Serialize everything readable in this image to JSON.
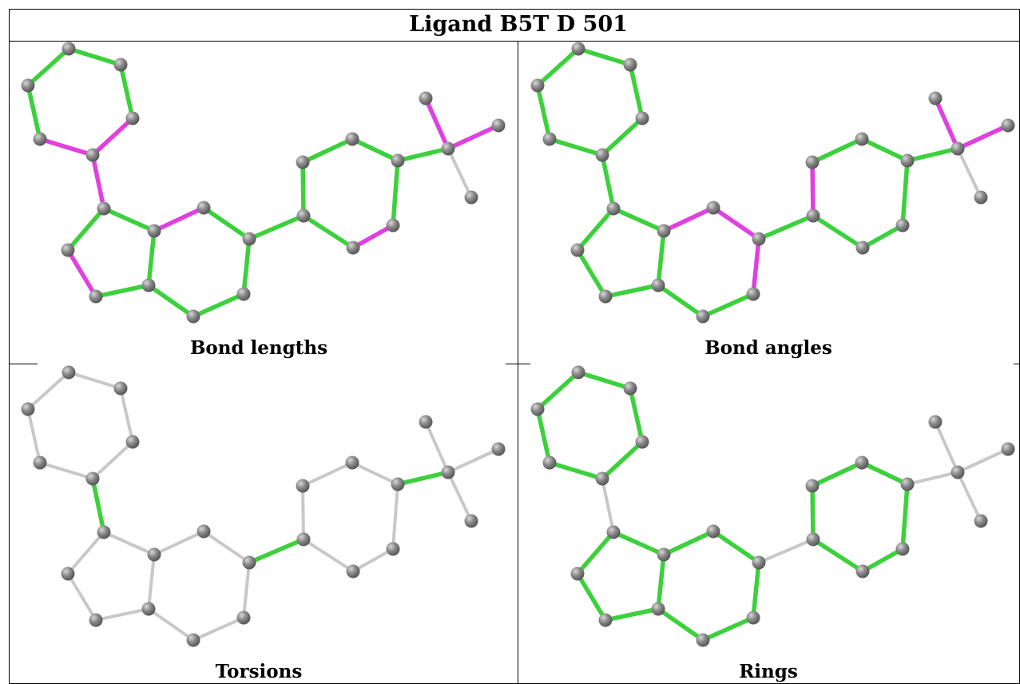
{
  "title": "Ligand B5T D 501",
  "panels": [
    {
      "caption": "Bond lengths",
      "bonds": [
        "g",
        "g",
        "m",
        "m",
        "g",
        "g",
        "m",
        "g",
        "g",
        "g",
        "m",
        "g",
        "m",
        "g",
        "g",
        "g",
        "g",
        "g",
        "g",
        "m",
        "g",
        "g",
        "g",
        "g",
        "g",
        "m",
        "m"
      ]
    },
    {
      "caption": "Bond angles",
      "bonds": [
        "g",
        "g",
        "g",
        "g",
        "g",
        "g",
        "g",
        "g",
        "g",
        "g",
        "g",
        "g",
        "m",
        "m",
        "m",
        "g",
        "g",
        "g",
        "g",
        "g",
        "g",
        "g",
        "g",
        "m",
        "g",
        "m",
        "m"
      ]
    },
    {
      "caption": "Torsions",
      "bonds": [
        "x",
        "x",
        "x",
        "x",
        "x",
        "x",
        "g",
        "x",
        "x",
        "x",
        "x",
        "x",
        "x",
        "x",
        "x",
        "x",
        "x",
        "g",
        "x",
        "x",
        "x",
        "x",
        "x",
        "x",
        "g",
        "x",
        "x"
      ]
    },
    {
      "caption": "Rings",
      "bonds": [
        "g",
        "g",
        "g",
        "g",
        "g",
        "g",
        "x",
        "g",
        "g",
        "g",
        "g",
        "g",
        "g",
        "g",
        "g",
        "g",
        "g",
        "x",
        "g",
        "g",
        "g",
        "g",
        "g",
        "g",
        "x",
        "x",
        "x"
      ]
    }
  ],
  "colors": {
    "g": "#3cd13c",
    "m": "#e040e0",
    "x": "#c8c8c8",
    "atom": "#7a7a7a"
  }
}
